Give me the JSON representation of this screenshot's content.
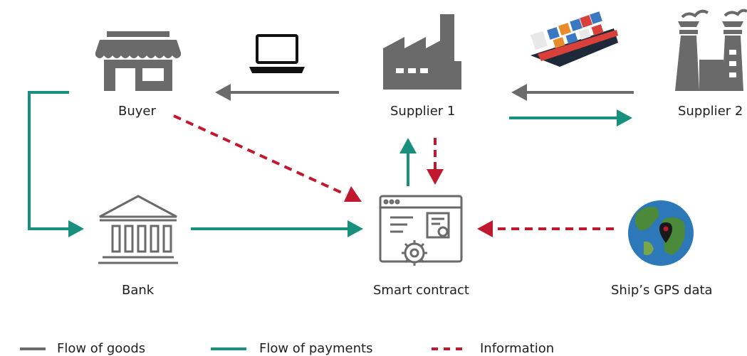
{
  "nodes": {
    "buyer": {
      "label": "Buyer",
      "icon": "storefront-icon"
    },
    "supplier1": {
      "label": "Supplier 1",
      "icon": "factory-icon"
    },
    "supplier2": {
      "label": "Supplier 2",
      "icon": "factory-icon"
    },
    "bank": {
      "label": "Bank",
      "icon": "bank-icon"
    },
    "smart_contract": {
      "label": "Smart contract",
      "icon": "smart-contract-icon"
    },
    "gps": {
      "label": "Ship’s GPS data",
      "icon": "globe-pin-icon"
    }
  },
  "extra_icons": [
    "laptop-icon",
    "cargo-ship-icon"
  ],
  "legend": {
    "goods": "Flow of goods",
    "payments": "Flow of payments",
    "information": "Information"
  },
  "colors": {
    "goods": "#6b6b6b",
    "payments": "#17907e",
    "information": "#c0182e",
    "icon_gray": "#6a6a6a"
  }
}
